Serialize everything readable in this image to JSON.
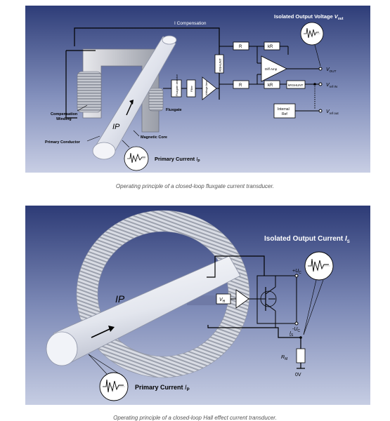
{
  "figure1": {
    "title_prefix": "Isolated Output Voltage",
    "title_var": "V",
    "title_sub": "out",
    "i_compensation": "I Compensation",
    "r_label": "R",
    "kr_label": "kR",
    "r_shunt": "RSHUNT",
    "kr_shunt": "kRSHUNT",
    "diff_amp": "Diff Amp",
    "fluxgate_detector": "Fluxgate detector",
    "filter": "Filter",
    "voltage_amp": "Voltage Amp",
    "fluxgate": "Fluxgate",
    "magnetic_core": "Magnetic Core",
    "compensation_winding": "Compensation Winding",
    "primary_conductor": "Primary Conductor",
    "ip_label": "IP",
    "primary_current": "Primary Current",
    "primary_current_var": "I",
    "primary_current_sub": "P",
    "vout": "VOUT",
    "vref_in": "Vref IN",
    "vref_out": "Vref out",
    "internal_ref": "Internal Ref",
    "caption": "Operating principle of a closed-loop fluxgate current transducer."
  },
  "figure2": {
    "title_prefix": "Isolated Output Current",
    "title_var": "I",
    "title_sub": "S",
    "ip_label": "IP",
    "vh_label": "VH",
    "plus_uc": "+UC",
    "minus_uc": "-UC",
    "is_label": "IS",
    "rm_label": "RM",
    "zero_v": "0V",
    "primary_current": "Primary Current",
    "primary_current_var": "I",
    "primary_current_sub": "P",
    "caption": "Operating principle of a closed-loop Hall effect current transducer."
  },
  "colors": {
    "background_top": "#2e3d78",
    "background_bottom": "#c4cbe2",
    "conductor": "#e6e9f1",
    "wire": "#000000",
    "white_text": "#ffffff"
  }
}
